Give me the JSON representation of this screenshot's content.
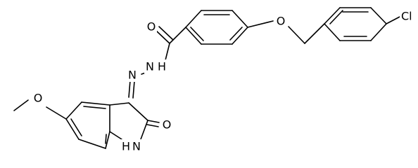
{
  "colors": {
    "bond": "#000000",
    "text": "#000000",
    "background": "#ffffff"
  },
  "labels": {
    "o_carbonyl_amide": "O",
    "o_ether": "O",
    "cl": "Cl",
    "nh_hydrazide": "N",
    "h_hydrazide": "H",
    "n_imine": "N",
    "o_methoxy": "O",
    "o_lactam": "O",
    "nh_lactam": "N",
    "h_lactam": "H"
  }
}
